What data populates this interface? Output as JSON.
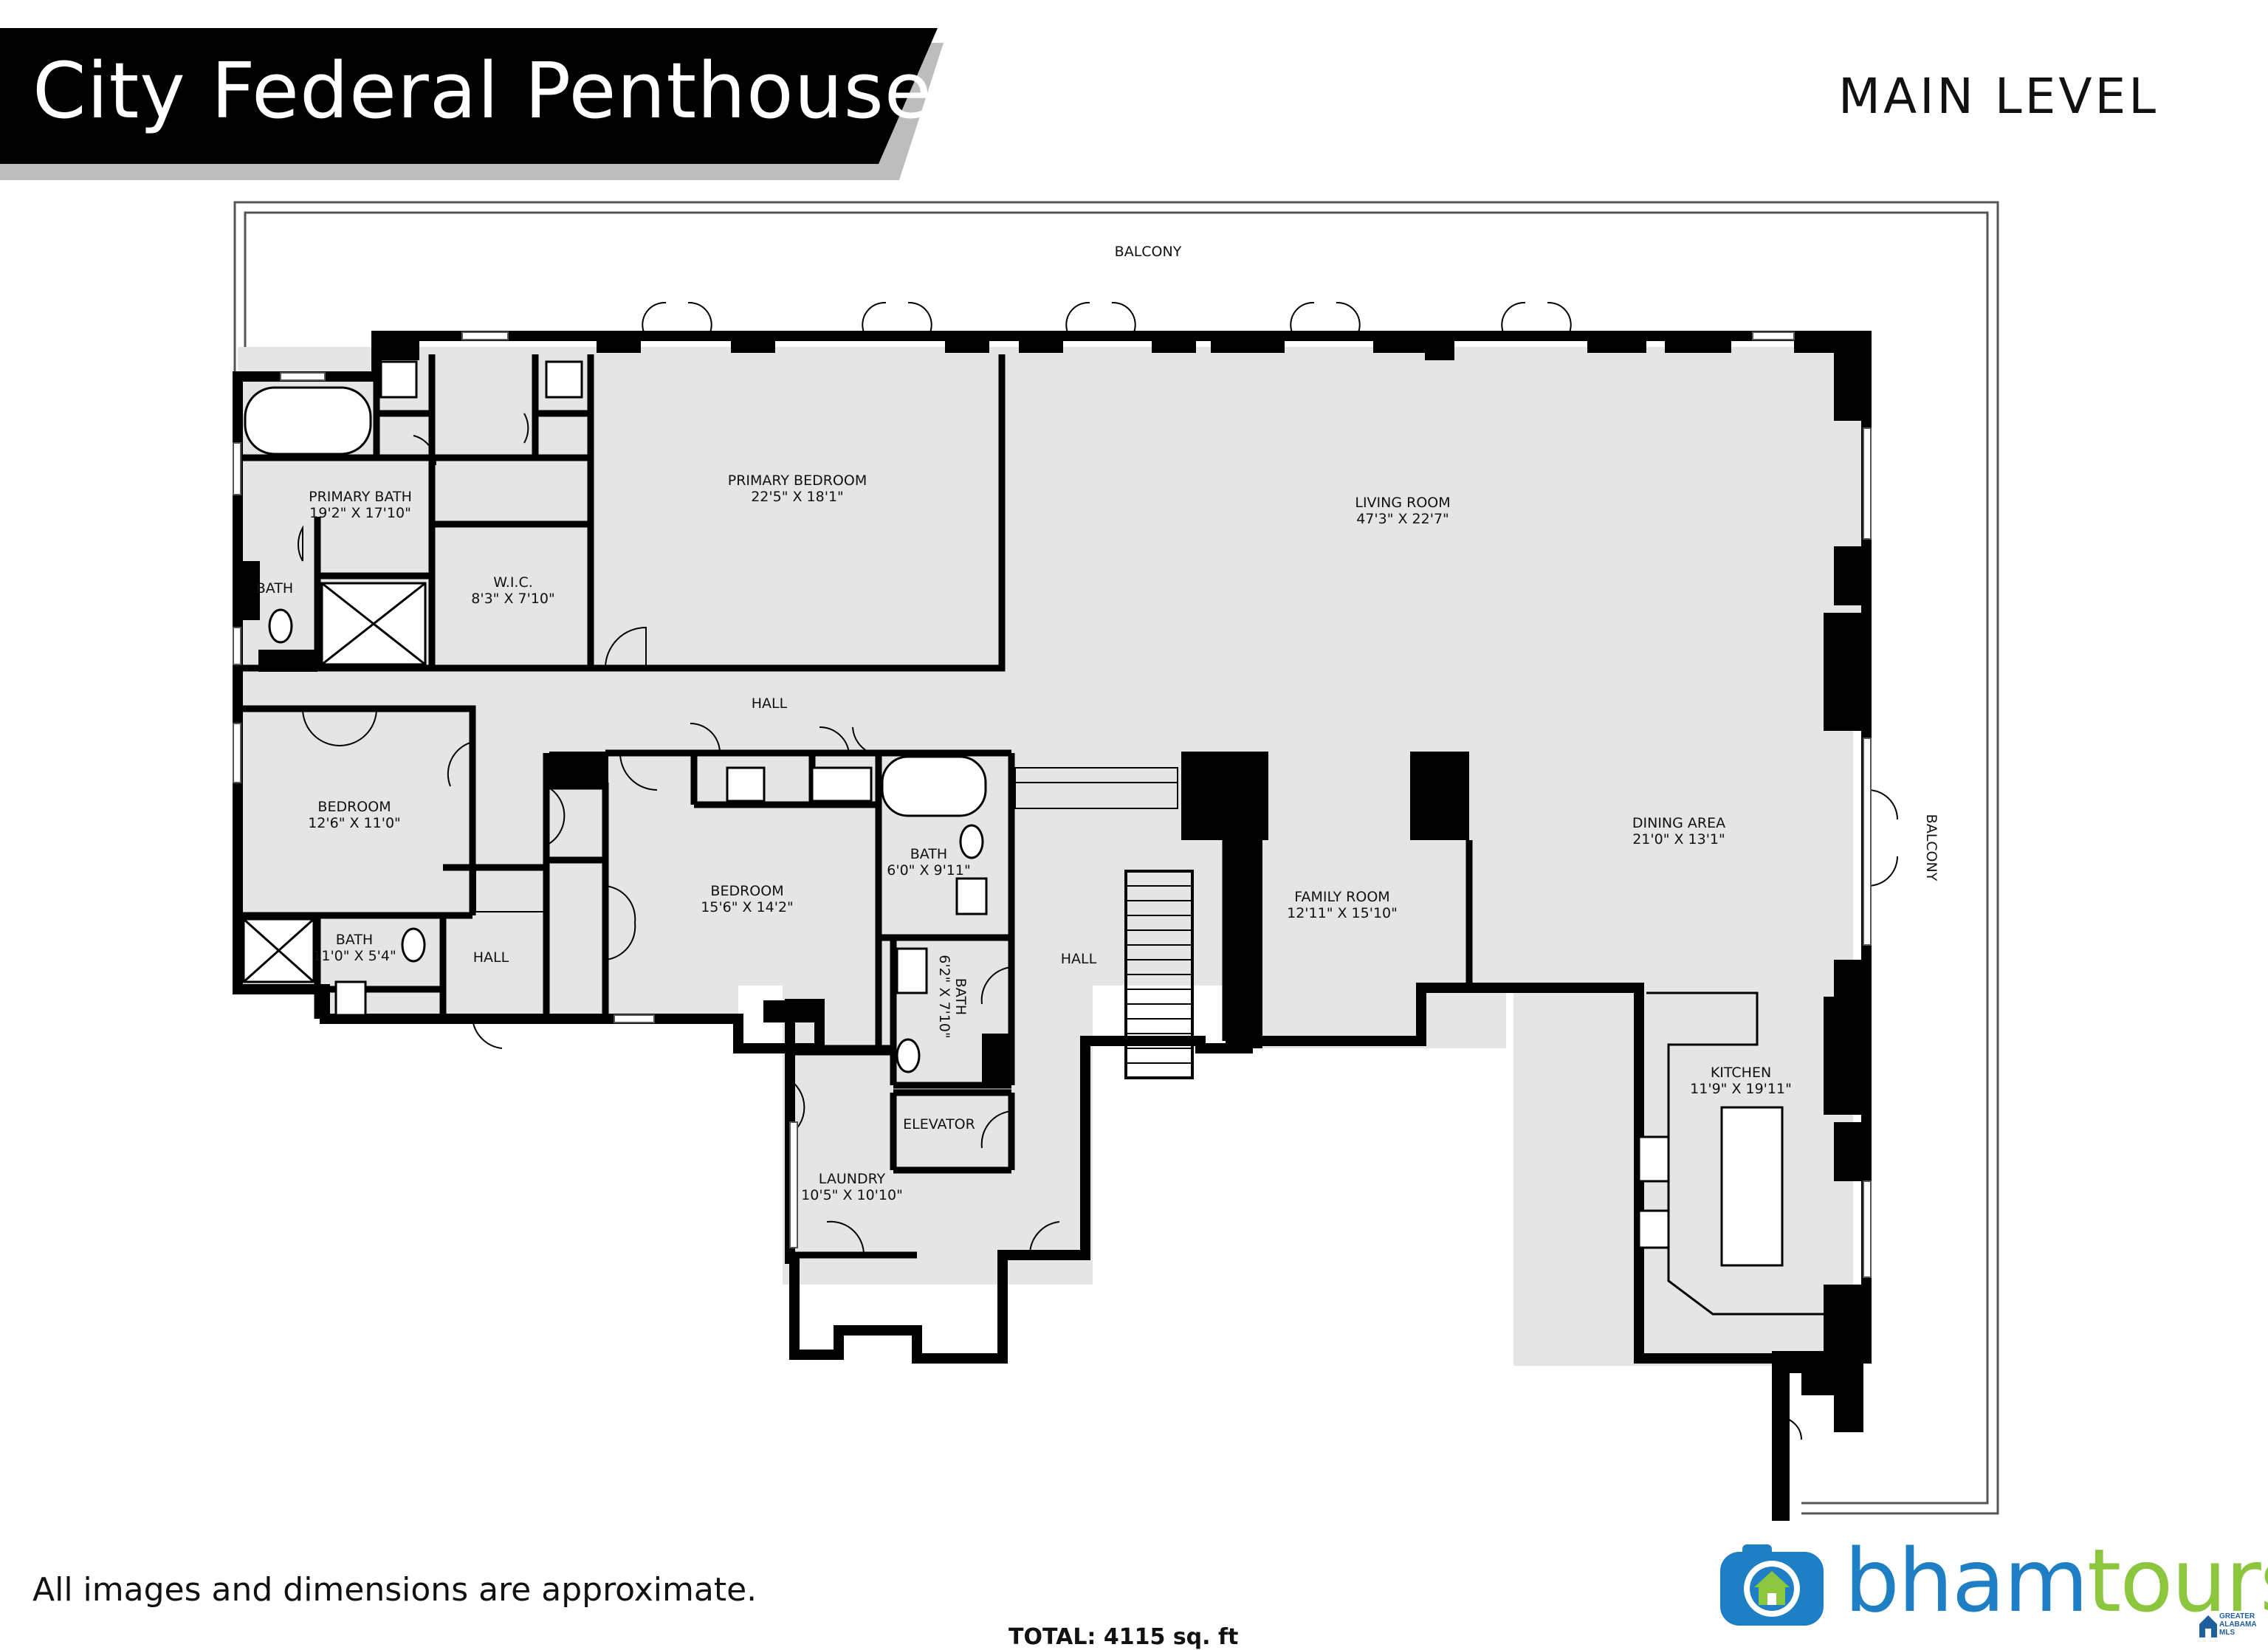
{
  "header": {
    "title": "City Federal Penthouse",
    "level": "MAIN  LEVEL"
  },
  "rooms": {
    "balcony_top": "BALCONY",
    "balcony_right": "BALCONY",
    "primary_bath": {
      "name": "PRIMARY BATH",
      "dims": "19'2\" X 17'10\""
    },
    "primary_bedroom": {
      "name": "PRIMARY BEDROOM",
      "dims": "22'5\" X 18'1\""
    },
    "living_room": {
      "name": "LIVING ROOM",
      "dims": "47'3\" X 22'7\""
    },
    "bath_small": {
      "name": "BATH"
    },
    "wic": {
      "name": "W.I.C.",
      "dims": "8'3\" X 7'10\""
    },
    "hall_top": {
      "name": "HALL"
    },
    "bedroom_left": {
      "name": "BEDROOM",
      "dims": "12'6\" X 11'0\""
    },
    "bath_left": {
      "name": "BATH",
      "dims": "11'0\" X 5'4\""
    },
    "hall_left": {
      "name": "HALL"
    },
    "bedroom_mid": {
      "name": "BEDROOM",
      "dims": "15'6\" X 14'2\""
    },
    "bath_mid": {
      "name": "BATH",
      "dims": "6'0\" X 9'11\""
    },
    "bath_vert": {
      "name": "BATH",
      "dims": "6'2\" X 7'10\""
    },
    "hall_mid": {
      "name": "HALL"
    },
    "elevator": {
      "name": "ELEVATOR"
    },
    "laundry": {
      "name": "LAUNDRY",
      "dims": "10'5\" X 10'10\""
    },
    "family_room": {
      "name": "FAMILY ROOM",
      "dims": "12'11\" X 15'10\""
    },
    "dining_area": {
      "name": "DINING AREA",
      "dims": "21'0\" X 13'1\""
    },
    "kitchen": {
      "name": "KITCHEN",
      "dims": "11'9\" X 19'11\""
    }
  },
  "footer": {
    "disclaimer": "All images and dimensions are approximate.",
    "total": "TOTAL: 4115 sq. ft",
    "brand_part1": "bham",
    "brand_part2": "tours",
    "mls_text": "GREATER ALABAMA MLS"
  },
  "colors": {
    "wall": "#000000",
    "floor": "#e5e5e5",
    "brand_blue": "#1f7fc4",
    "brand_green": "#8cc63f",
    "title_bg": "#000000",
    "title_shadow": "#bdbdbd"
  }
}
